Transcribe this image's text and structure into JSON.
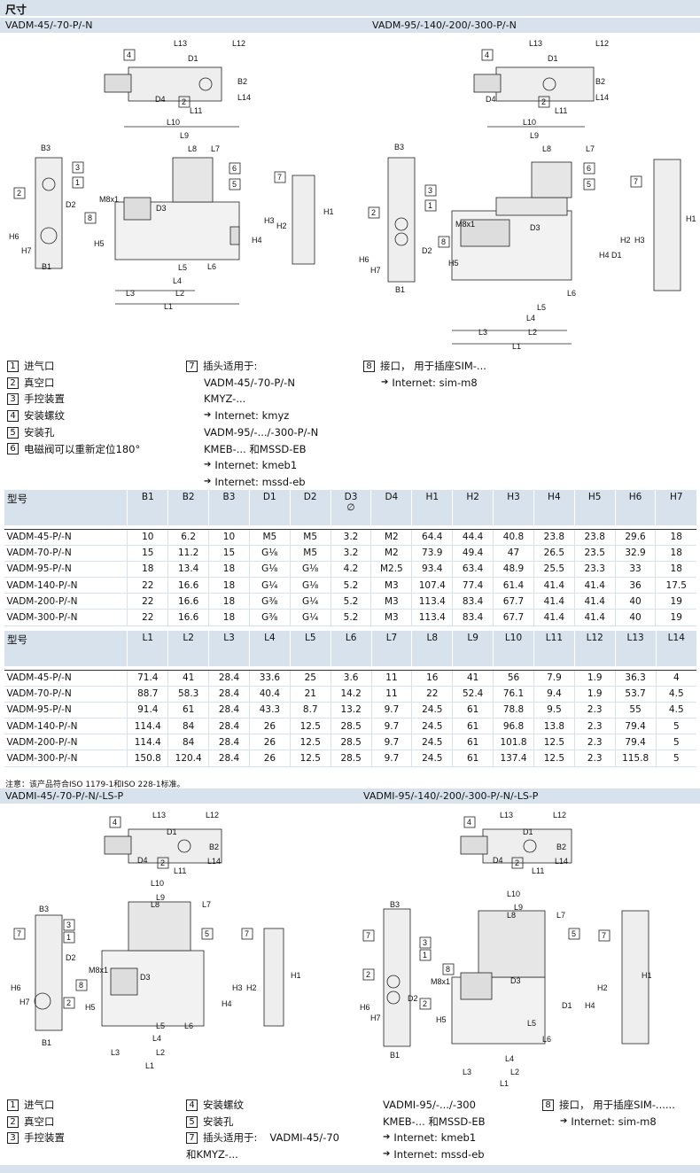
{
  "header": {
    "title": "尺寸"
  },
  "sub1": {
    "left": "VADM-45/-70-P/-N",
    "right": "VADM-95/-140/-200/-300-P/-N"
  },
  "sub2": {
    "left": "VADMI-45/-70-P/-N/-LS-P",
    "right": "VADMI-95/-140/-200/-300-P/-N/-LS-P"
  },
  "legend1": {
    "col1": [
      {
        "n": "1",
        "t": "进气口"
      },
      {
        "n": "2",
        "t": "真空口"
      },
      {
        "n": "3",
        "t": "手控装置"
      },
      {
        "n": "4",
        "t": "安装螺纹"
      },
      {
        "n": "5",
        "t": "安装孔"
      },
      {
        "n": "6",
        "t": "电磁阀可以重新定位180°"
      }
    ],
    "col2": {
      "n": "7",
      "t": "插头适用于:",
      "lines": [
        "VADM-45/-70-P/-N",
        "KMYZ-...",
        "Internet: kmyz",
        "VADM-95/-.../-300-P/-N",
        "KMEB-... 和MSSD-EB",
        "Internet: kmeb1",
        "Internet: mssd-eb"
      ]
    },
    "col3": {
      "n": "8",
      "t": "接口， 用于插座SIM-...",
      "lines": [
        "Internet: sim-m8"
      ]
    }
  },
  "table1": {
    "headers": [
      "型号",
      "B1",
      "B2",
      "B3",
      "D1",
      "D2",
      "D3\n∅",
      "D4",
      "H1",
      "H2",
      "H3",
      "H4",
      "H5",
      "H6",
      "H7"
    ],
    "rows": [
      [
        "VADM-45-P/-N",
        "10",
        "6.2",
        "10",
        "M5",
        "M5",
        "3.2",
        "M2",
        "64.4",
        "44.4",
        "40.8",
        "23.8",
        "23.8",
        "29.6",
        "18"
      ],
      [
        "VADM-70-P/-N",
        "15",
        "11.2",
        "15",
        "G⅛",
        "M5",
        "3.2",
        "M2",
        "73.9",
        "49.4",
        "47",
        "26.5",
        "23.5",
        "32.9",
        "18"
      ],
      [
        "VADM-95-P/-N",
        "18",
        "13.4",
        "18",
        "G⅛",
        "G⅛",
        "4.2",
        "M2.5",
        "93.4",
        "63.4",
        "48.9",
        "25.5",
        "23.3",
        "33",
        "18"
      ],
      [
        "VADM-140-P/-N",
        "22",
        "16.6",
        "18",
        "G¼",
        "G⅛",
        "5.2",
        "M3",
        "107.4",
        "77.4",
        "61.4",
        "41.4",
        "41.4",
        "36",
        "17.5"
      ],
      [
        "VADM-200-P/-N",
        "22",
        "16.6",
        "18",
        "G⅜",
        "G¼",
        "5.2",
        "M3",
        "113.4",
        "83.4",
        "67.7",
        "41.4",
        "41.4",
        "40",
        "19"
      ],
      [
        "VADM-300-P/-N",
        "22",
        "16.6",
        "18",
        "G⅜",
        "G¼",
        "5.2",
        "M3",
        "113.4",
        "83.4",
        "67.7",
        "41.4",
        "41.4",
        "40",
        "19"
      ]
    ]
  },
  "table2": {
    "headers": [
      "型号",
      "L1",
      "L2",
      "L3",
      "L4",
      "L5",
      "L6",
      "L7",
      "L8",
      "L9",
      "L10",
      "L11",
      "L12",
      "L13",
      "L14"
    ],
    "rows": [
      [
        "VADM-45-P/-N",
        "71.4",
        "41",
        "28.4",
        "33.6",
        "25",
        "3.6",
        "11",
        "16",
        "41",
        "56",
        "7.9",
        "1.9",
        "36.3",
        "4"
      ],
      [
        "VADM-70-P/-N",
        "88.7",
        "58.3",
        "28.4",
        "40.4",
        "21",
        "14.2",
        "11",
        "22",
        "52.4",
        "76.1",
        "9.4",
        "1.9",
        "53.7",
        "4.5"
      ],
      [
        "VADM-95-P/-N",
        "91.4",
        "61",
        "28.4",
        "43.3",
        "8.7",
        "13.2",
        "9.7",
        "24.5",
        "61",
        "78.8",
        "9.5",
        "2.3",
        "55",
        "4.5"
      ],
      [
        "VADM-140-P/-N",
        "114.4",
        "84",
        "28.4",
        "26",
        "12.5",
        "28.5",
        "9.7",
        "24.5",
        "61",
        "96.8",
        "13.8",
        "2.3",
        "79.4",
        "5"
      ],
      [
        "VADM-200-P/-N",
        "114.4",
        "84",
        "28.4",
        "26",
        "12.5",
        "28.5",
        "9.7",
        "24.5",
        "61",
        "101.8",
        "12.5",
        "2.3",
        "79.4",
        "5"
      ],
      [
        "VADM-300-P/-N",
        "150.8",
        "120.4",
        "28.4",
        "26",
        "12.5",
        "28.5",
        "9.7",
        "24.5",
        "61",
        "137.4",
        "12.5",
        "2.3",
        "115.8",
        "5"
      ]
    ]
  },
  "note": "注意：该产品符合ISO 1179-1和ISO 228-1标准。",
  "legend2": {
    "col1": [
      {
        "n": "1",
        "t": "进气口"
      },
      {
        "n": "2",
        "t": "真空口"
      },
      {
        "n": "3",
        "t": "手控装置"
      }
    ],
    "col2": [
      {
        "n": "4",
        "t": "安装螺纹"
      },
      {
        "n": "5",
        "t": "安装孔"
      },
      {
        "n": "7",
        "t": "插头适用于:",
        "extra": "VADMI-45/-70"
      }
    ],
    "col2_tail": "和KMYZ-...",
    "col3": [
      "VADMI-95/-.../-300",
      "KMEB-... 和MSSD-EB",
      "Internet: kmeb1",
      "Internet: mssd-eb"
    ],
    "col4": {
      "n": "8",
      "t": "接口， 用于插座SIM-......",
      "lines": [
        "Internet: sim-m8"
      ]
    }
  },
  "drawing_labels": {
    "d1": [
      "L13",
      "L12",
      "D1",
      "B2",
      "L14",
      "D4",
      "L11",
      "L10",
      "L9",
      "L8",
      "L7",
      "B3",
      "M8x1",
      "D3",
      "D2",
      "H6",
      "H7",
      "B1",
      "H5",
      "H4",
      "H2",
      "H3",
      "H1",
      "L5",
      "L6",
      "L4",
      "L3",
      "L2",
      "L1"
    ]
  }
}
